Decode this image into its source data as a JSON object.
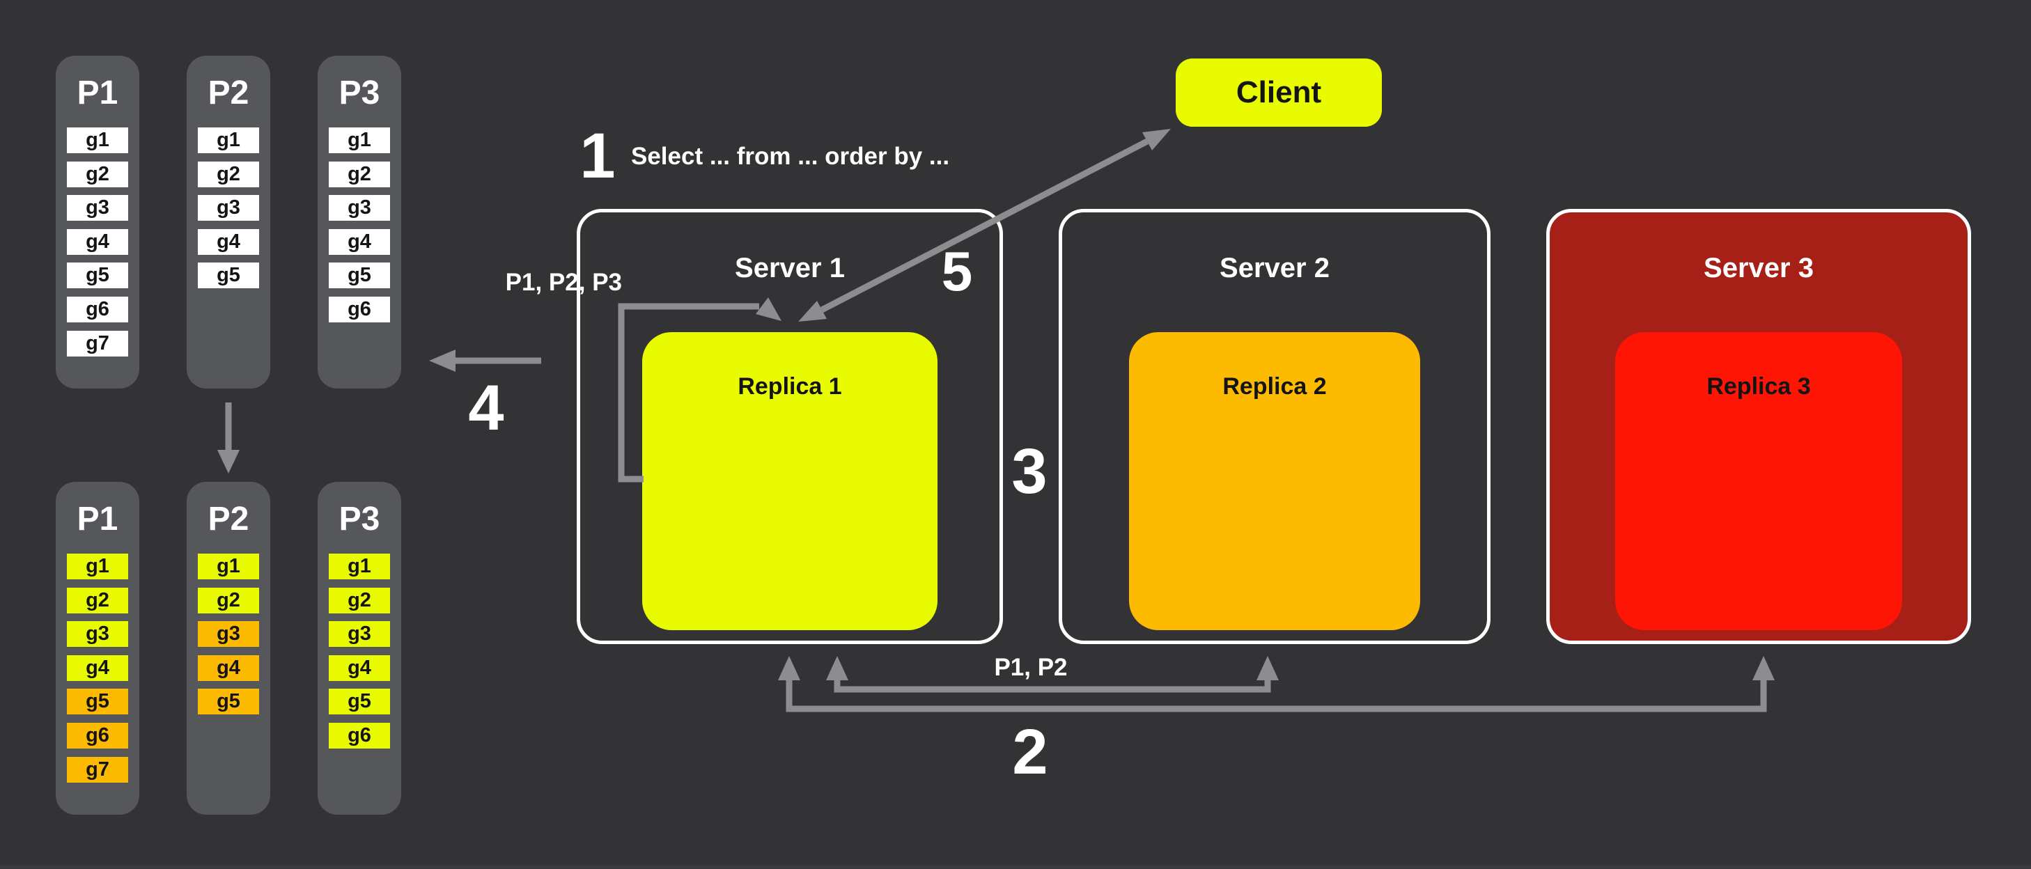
{
  "colors": {
    "background": "#333336",
    "pillar_gray": "#55575a",
    "arrow_gray": "#8b8d8f",
    "bright_yellow": "#e9fb00",
    "orange": "#fcba00",
    "bright_red": "#fe1505",
    "dark_red": "#a62017",
    "white": "#ffffff",
    "black": "#141414"
  },
  "client": {
    "label": "Client"
  },
  "partitions_unsorted": {
    "pillars": [
      {
        "label": "P1",
        "groups": [
          {
            "label": "g1",
            "tone": "white"
          },
          {
            "label": "g2",
            "tone": "white"
          },
          {
            "label": "g3",
            "tone": "white"
          },
          {
            "label": "g4",
            "tone": "white"
          },
          {
            "label": "g5",
            "tone": "white"
          },
          {
            "label": "g6",
            "tone": "white"
          },
          {
            "label": "g7",
            "tone": "white"
          }
        ]
      },
      {
        "label": "P2",
        "groups": [
          {
            "label": "g1",
            "tone": "white"
          },
          {
            "label": "g2",
            "tone": "white"
          },
          {
            "label": "g3",
            "tone": "white"
          },
          {
            "label": "g4",
            "tone": "white"
          },
          {
            "label": "g5",
            "tone": "white"
          }
        ]
      },
      {
        "label": "P3",
        "groups": [
          {
            "label": "g1",
            "tone": "white"
          },
          {
            "label": "g2",
            "tone": "white"
          },
          {
            "label": "g3",
            "tone": "white"
          },
          {
            "label": "g4",
            "tone": "white"
          },
          {
            "label": "g5",
            "tone": "white"
          },
          {
            "label": "g6",
            "tone": "white"
          }
        ]
      }
    ]
  },
  "partitions_sorted": {
    "pillars": [
      {
        "label": "P1",
        "groups": [
          {
            "label": "g1",
            "tone": "yellow"
          },
          {
            "label": "g2",
            "tone": "yellow"
          },
          {
            "label": "g3",
            "tone": "yellow"
          },
          {
            "label": "g4",
            "tone": "yellow"
          },
          {
            "label": "g5",
            "tone": "orange"
          },
          {
            "label": "g6",
            "tone": "orange"
          },
          {
            "label": "g7",
            "tone": "orange"
          }
        ]
      },
      {
        "label": "P2",
        "groups": [
          {
            "label": "g1",
            "tone": "yellow"
          },
          {
            "label": "g2",
            "tone": "yellow"
          },
          {
            "label": "g3",
            "tone": "orange"
          },
          {
            "label": "g4",
            "tone": "orange"
          },
          {
            "label": "g5",
            "tone": "orange"
          }
        ]
      },
      {
        "label": "P3",
        "groups": [
          {
            "label": "g1",
            "tone": "yellow"
          },
          {
            "label": "g2",
            "tone": "yellow"
          },
          {
            "label": "g3",
            "tone": "yellow"
          },
          {
            "label": "g4",
            "tone": "yellow"
          },
          {
            "label": "g5",
            "tone": "yellow"
          },
          {
            "label": "g6",
            "tone": "yellow"
          }
        ]
      }
    ]
  },
  "servers": [
    {
      "title": "Server 1",
      "replica_label": "Replica 1",
      "replica_tone": "bright_yellow",
      "body_tone": null
    },
    {
      "title": "Server 2",
      "replica_label": "Replica 2",
      "replica_tone": "orange",
      "body_tone": null
    },
    {
      "title": "Server 3",
      "replica_label": "Replica 3",
      "replica_tone": "bright_red",
      "body_tone": "dark_red"
    }
  ],
  "steps": {
    "one": {
      "num": "1",
      "label": "Select ... from ... order by ..."
    },
    "two": {
      "num": "2",
      "label": "P1, P2"
    },
    "three": {
      "num": "3"
    },
    "four": {
      "num": "4"
    },
    "five": {
      "num": "5"
    }
  },
  "labels": {
    "loop": "P1, P2, P3"
  }
}
